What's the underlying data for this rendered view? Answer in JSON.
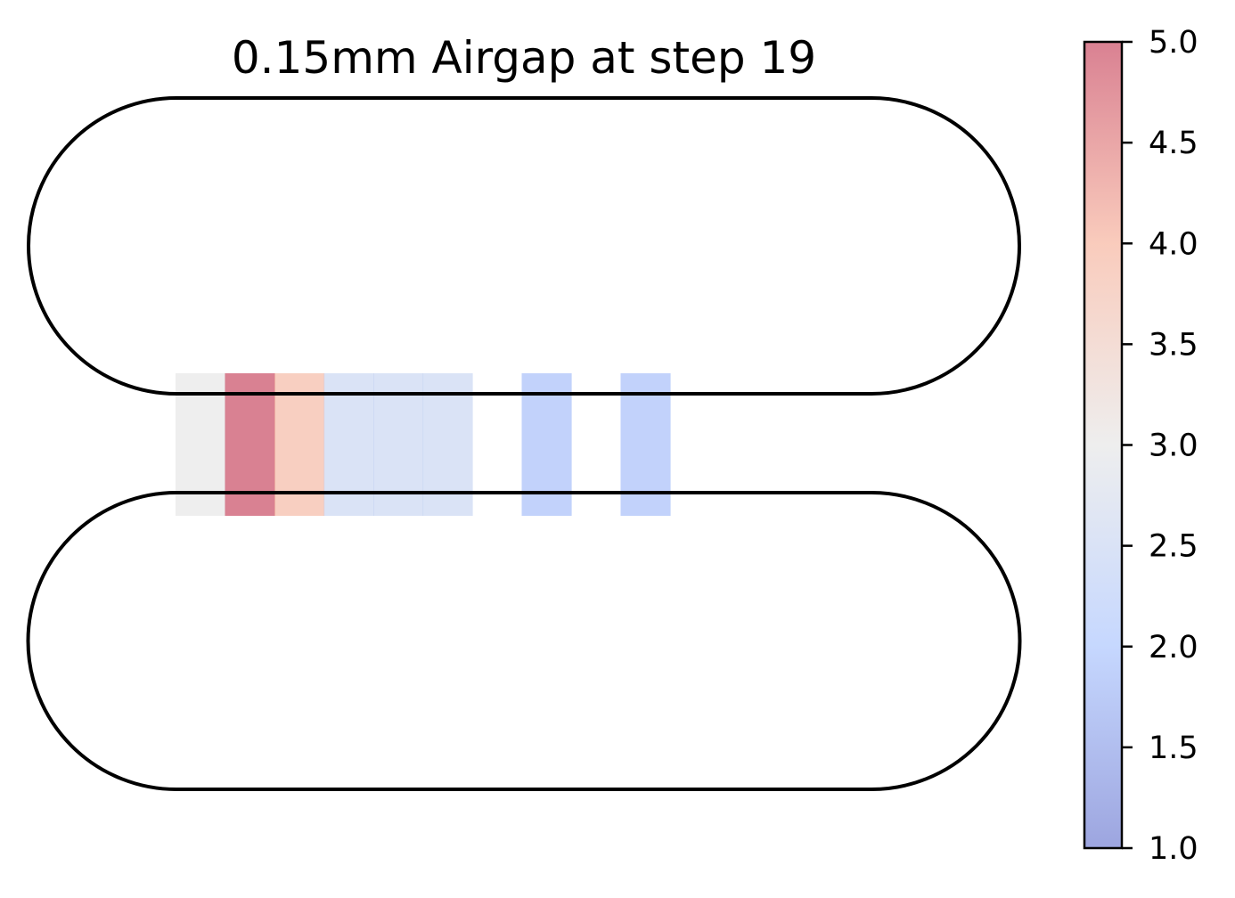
{
  "chart_data": {
    "type": "heatmap",
    "title": "0.15mm Airgap at step 19",
    "xlabel": "",
    "ylabel": "",
    "grid": false,
    "axes_visible": false,
    "track": {
      "shape": "figure-eight racetrack outline",
      "stroke_color": "#000000"
    },
    "segment_band": {
      "position": "central straight between the two loops",
      "opacity": 0.5
    },
    "segments": [
      {
        "index": 1,
        "value": 3.0
      },
      {
        "index": 2,
        "value": 5.0
      },
      {
        "index": 3,
        "value": 3.9
      },
      {
        "index": 4,
        "value": 2.5
      },
      {
        "index": 5,
        "value": 2.5
      },
      {
        "index": 6,
        "value": 2.5
      },
      {
        "index": 7,
        "value": null
      },
      {
        "index": 8,
        "value": 1.9
      },
      {
        "index": 9,
        "value": null
      },
      {
        "index": 10,
        "value": 1.9
      }
    ],
    "colorbar": {
      "colormap": "coolwarm",
      "min": 1.0,
      "max": 5.0,
      "ticks": [
        "1.0",
        "1.5",
        "2.0",
        "2.5",
        "3.0",
        "3.5",
        "4.0",
        "4.5",
        "5.0"
      ],
      "location": "right"
    }
  }
}
